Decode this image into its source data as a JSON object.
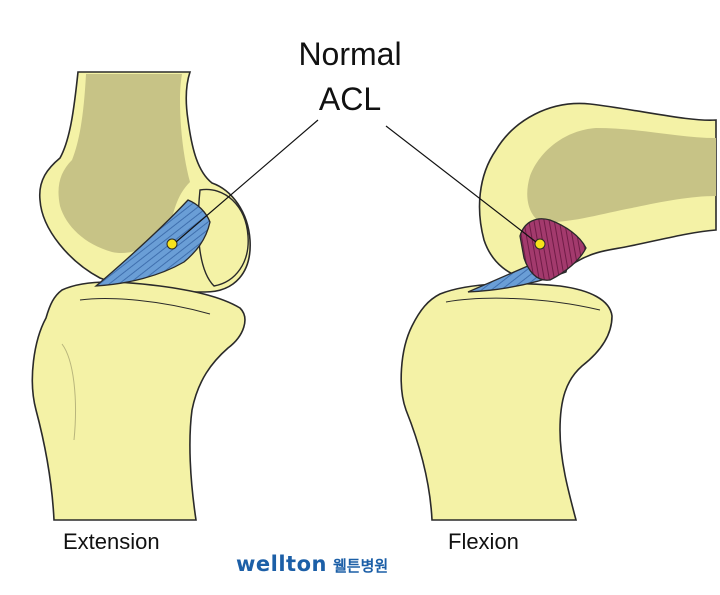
{
  "title": {
    "line1": "Normal",
    "line2": "ACL"
  },
  "captions": {
    "left": "Extension",
    "right": "Flexion"
  },
  "logo": {
    "wordmark": "wellton",
    "korean": "웰튼병원"
  },
  "colors": {
    "bone": "#f4f2a6",
    "bone_stroke": "#2a2a2a",
    "marrow": "#c7c386",
    "ligament_blue": "#5f95cf",
    "ligament_purple": "#9a2e63",
    "marker": "#f7e21b",
    "logo_blue": "#1c5fa7"
  }
}
